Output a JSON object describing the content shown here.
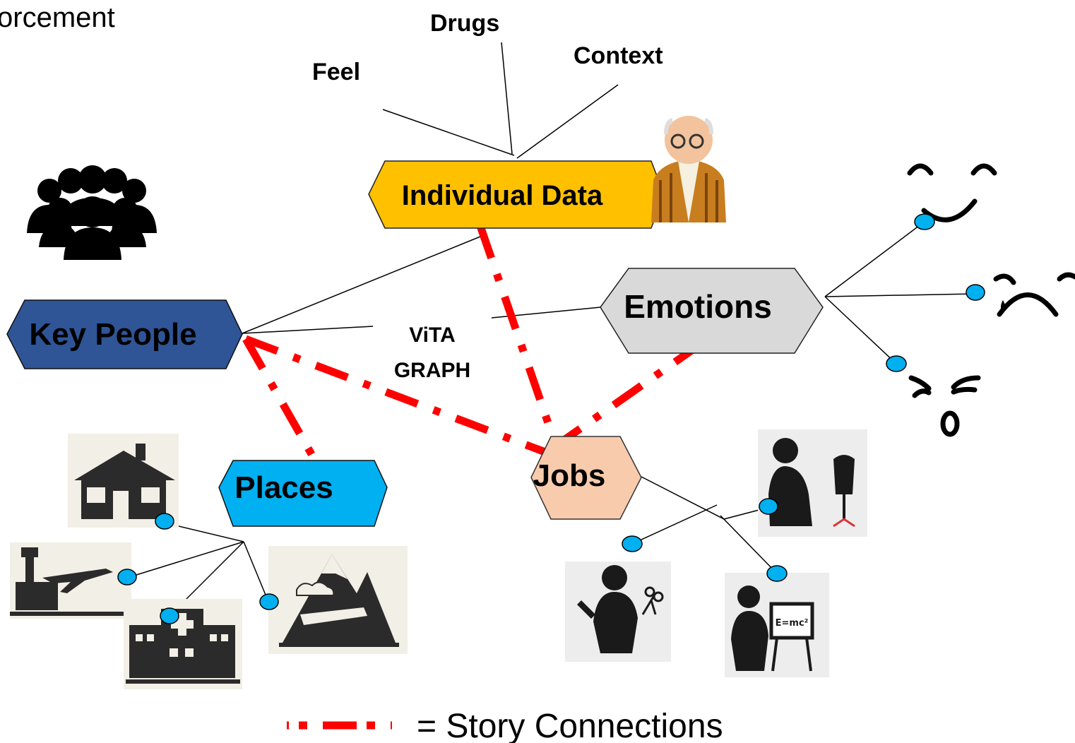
{
  "header_fragment": "orcement",
  "individual_attributes": {
    "drugs": "Drugs",
    "context": "Context",
    "feel": "Feel"
  },
  "nodes": {
    "individual_data": {
      "label": "Individual Data",
      "color": "#FFC000"
    },
    "key_people": {
      "label": "Key People",
      "color": "#2F5597"
    },
    "emotions": {
      "label": "Emotions",
      "color": "#D9D9D9"
    },
    "places": {
      "label": "Places",
      "color": "#00B0F0"
    },
    "jobs": {
      "label": "Jobs",
      "color": "#F8CBAD"
    }
  },
  "center": {
    "line1": "ViTA",
    "line2": "GRAPH"
  },
  "legend": {
    "label": "= Story Connections",
    "color": "#FF0000"
  },
  "icons": [
    "crowd-icon",
    "elderly-man-icon",
    "happy-face-icon",
    "crying-face-icon",
    "shocked-face-icon",
    "house-icon",
    "airport-icon",
    "hospital-icon",
    "mountain-icon",
    "tailor-icon",
    "barber-icon",
    "teacher-icon"
  ],
  "colors": {
    "endpoint": "#00B0F0",
    "story_line": "#FF0000"
  }
}
